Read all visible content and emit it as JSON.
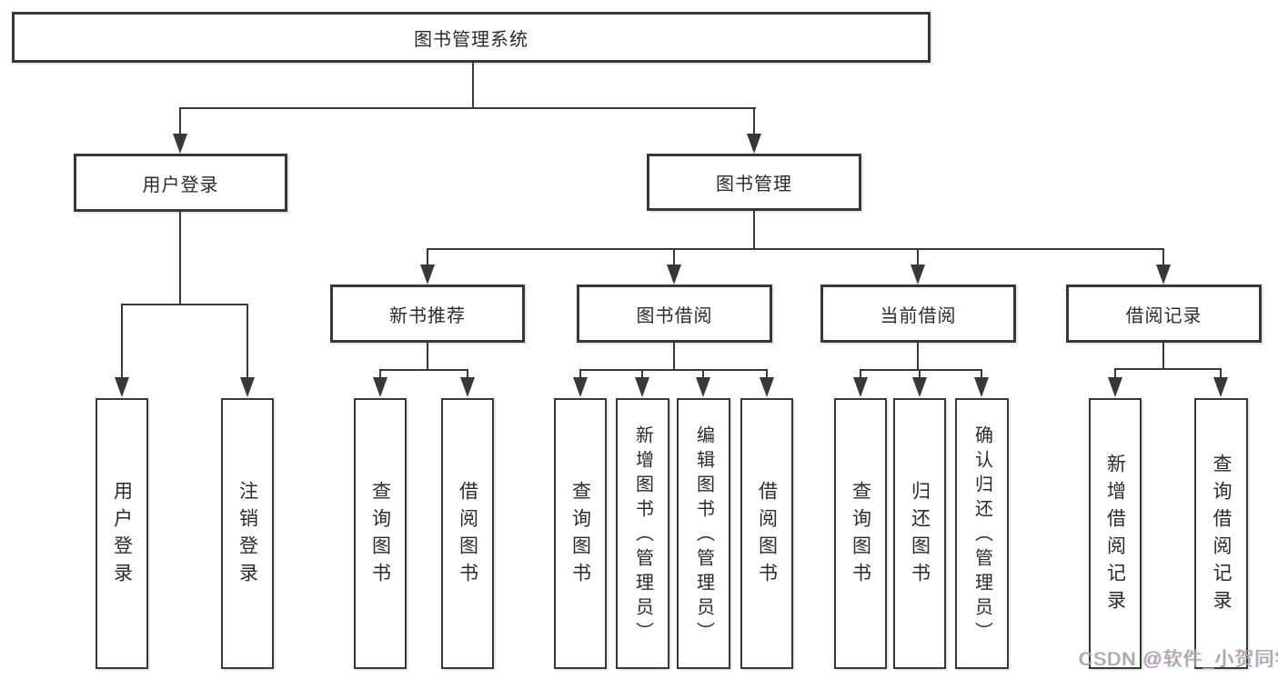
{
  "nodes": {
    "root": "图书管理系统",
    "user_login": {
      "label": "用户登录",
      "children": [
        "用户登录",
        "注销登录"
      ]
    },
    "book_management": {
      "label": "图书管理"
    },
    "new_book_recommend": {
      "label": "新书推荐",
      "children": [
        "查询图书",
        "借阅图书"
      ]
    },
    "book_borrowing": {
      "label": "图书借阅",
      "children": [
        "查询图书",
        "新增图书（管理员）",
        "编辑图书（管理员）",
        "借阅图书"
      ]
    },
    "current_borrowing": {
      "label": "当前借阅",
      "children": [
        "查询图书",
        "归还图书",
        "确认归还（管理员）"
      ]
    },
    "borrowing_records": {
      "label": "借阅记录",
      "children": [
        "新增借阅记录",
        "查询借阅记录"
      ]
    }
  },
  "watermark": "CSDN @软件_小贺同学",
  "colors": {
    "line": "#383838",
    "box_border": "#383838",
    "text": "#2b2b2b",
    "background": "#ffffff",
    "watermark_text": "#a6a6a6"
  }
}
